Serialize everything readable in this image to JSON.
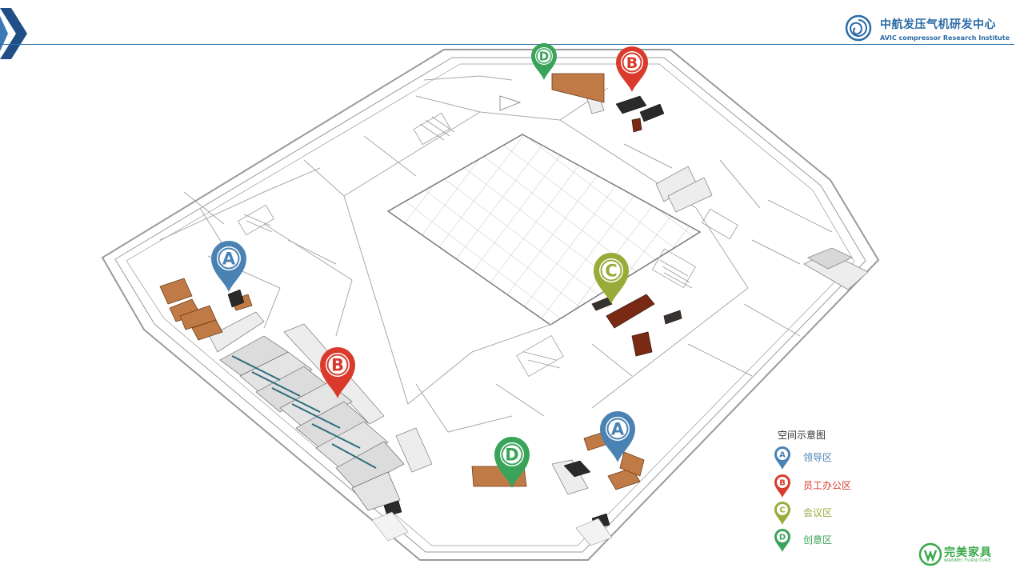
{
  "header": {
    "org_name_cn": "中航发压气机研发中心",
    "org_name_en": "AVIC compressor Research Institute"
  },
  "colors": {
    "zone_a": "#4a82b4",
    "zone_b": "#d93a2b",
    "zone_c": "#9aab3a",
    "zone_d": "#3aa35a",
    "header_blue": "#2a6aa6"
  },
  "markers": [
    {
      "letter": "D",
      "zone": "d"
    },
    {
      "letter": "B",
      "zone": "b"
    },
    {
      "letter": "A",
      "zone": "a"
    },
    {
      "letter": "C",
      "zone": "c"
    },
    {
      "letter": "B",
      "zone": "b"
    },
    {
      "letter": "D",
      "zone": "d"
    },
    {
      "letter": "A",
      "zone": "a"
    }
  ],
  "legend": {
    "title": "空间示意图",
    "items": [
      {
        "letter": "A",
        "label": "领导区",
        "zone": "a"
      },
      {
        "letter": "B",
        "label": "员工办公区",
        "zone": "b"
      },
      {
        "letter": "C",
        "label": "会议区",
        "zone": "c"
      },
      {
        "letter": "D",
        "label": "创意区",
        "zone": "d"
      }
    ]
  },
  "brand": {
    "name_cn": "完美家具",
    "name_en": "WANMEI FURNITURE"
  }
}
